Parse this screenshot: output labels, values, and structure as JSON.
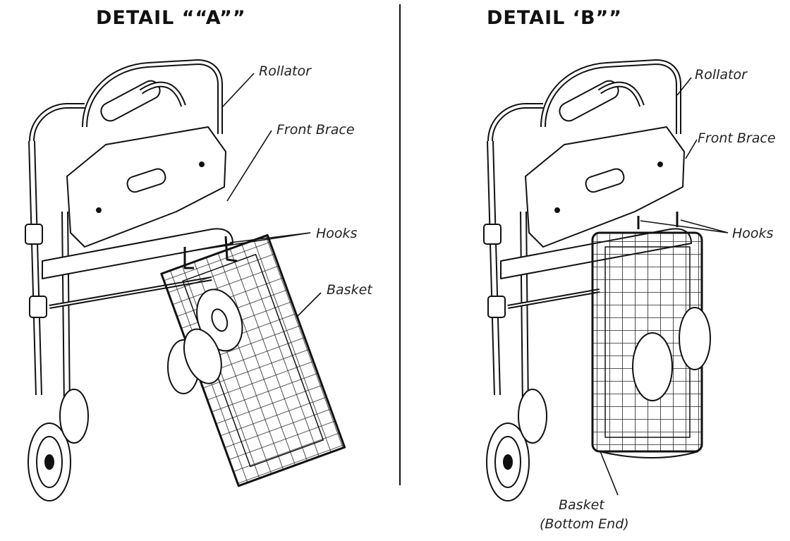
{
  "detail_a": {
    "title": "DETAIL ““A””",
    "labels": {
      "rollator": "Rollator",
      "front_brace": "Front Brace",
      "hooks": "Hooks",
      "basket": "Basket"
    }
  },
  "detail_b": {
    "title": "DETAIL ‘B””",
    "labels": {
      "rollator": "Rollator",
      "front_brace": "Front Brace",
      "hooks": "Hooks",
      "basket_line1": "Basket",
      "basket_line2": "(Bottom End)"
    }
  }
}
